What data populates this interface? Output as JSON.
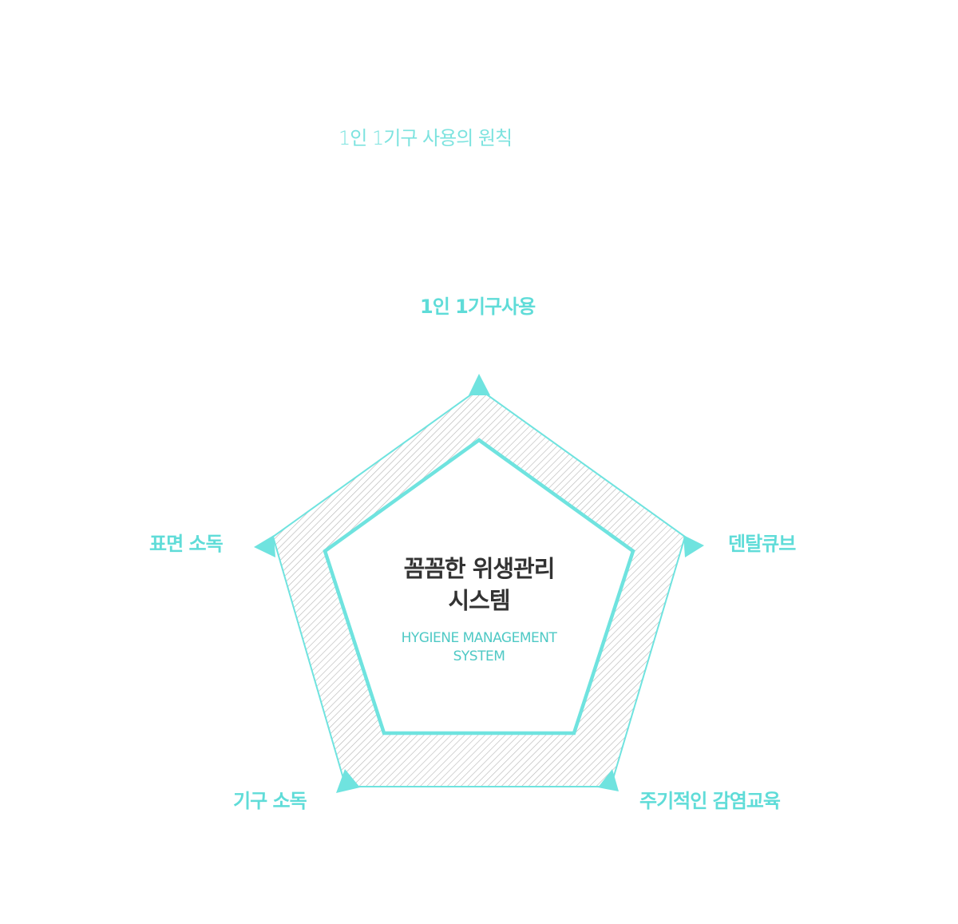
{
  "subtitle": "1인 1기구 사용의 원칙",
  "center": {
    "title_line1": "꼼꼼한 위생관리",
    "title_line2": "시스템",
    "subtitle_line1": "HYGIENE MANAGEMENT",
    "subtitle_line2": "SYSTEM"
  },
  "nodes": [
    {
      "label": "1인 1기구사용"
    },
    {
      "label": "덴탈큐브"
    },
    {
      "label": "주기적인 감염교육"
    },
    {
      "label": "기구 소독"
    },
    {
      "label": "표면 소독"
    }
  ],
  "colors": {
    "accent": "#6fe3df",
    "label": "#5fdcd8",
    "hatch": "#b5b5b5",
    "title": "#333333"
  }
}
